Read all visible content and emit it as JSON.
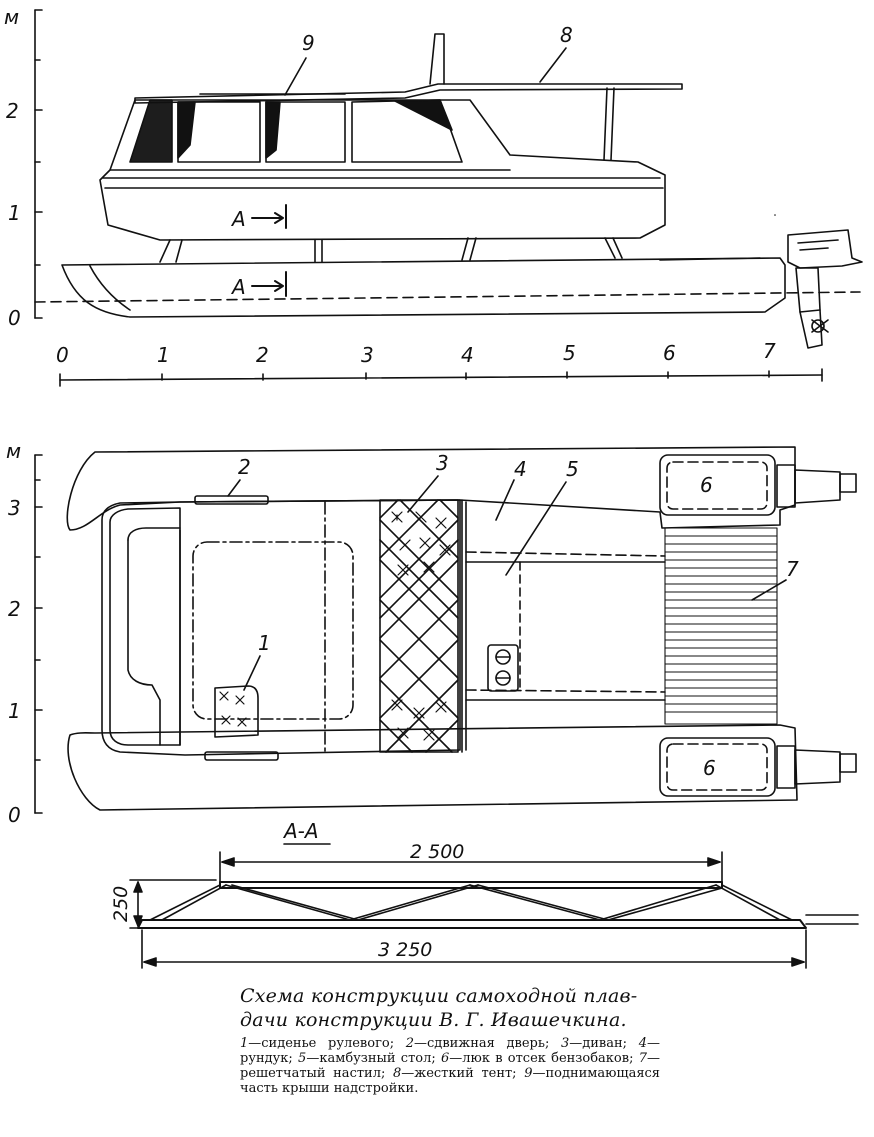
{
  "side_view": {
    "unit": "м",
    "y_ticks": [
      "2",
      "1",
      "0"
    ],
    "x_ticks": [
      "0",
      "1",
      "2",
      "3",
      "4",
      "5",
      "6",
      "7"
    ],
    "section_marker": "A",
    "callouts": [
      "9",
      "8"
    ]
  },
  "plan_view": {
    "unit": "м",
    "y_ticks": [
      "3",
      "2",
      "1",
      "0"
    ],
    "callouts": [
      "2",
      "3",
      "4",
      "5",
      "1",
      "7"
    ],
    "hatch_labels": [
      "6",
      "6"
    ]
  },
  "section": {
    "title": "А-А",
    "dim_top": "2 500",
    "dim_bottom": "3 250",
    "dim_height": "250"
  },
  "caption": {
    "title": "Схема конструкции самоходной плав- дачи конструкции В. Г. Ивашечкина.",
    "legend": [
      {
        "num": "1",
        "text": "—сиденье рулевого;"
      },
      {
        "num": "2",
        "text": "—сдвижная дверь;"
      },
      {
        "num": "3",
        "text": "—диван;"
      },
      {
        "num": "4",
        "text": "—рундук;"
      },
      {
        "num": "5",
        "text": "—камбузный стол;"
      },
      {
        "num": "6",
        "text": "—люк в отсек бензобаков;"
      },
      {
        "num": "7",
        "text": "—решетчатый настил;"
      },
      {
        "num": "8",
        "text": "—жесткий тент;"
      },
      {
        "num": "9",
        "text": "—поднимающаяся часть крыши надстройки."
      }
    ]
  }
}
